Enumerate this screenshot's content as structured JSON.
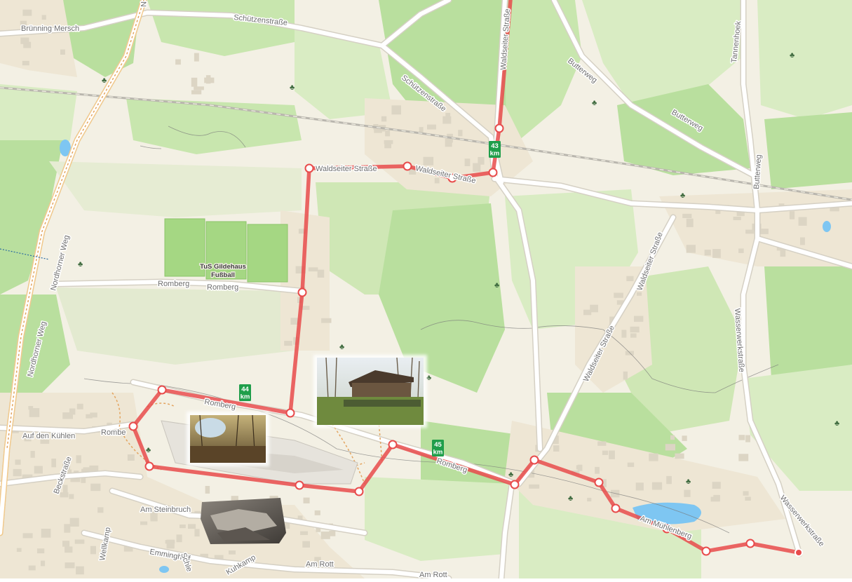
{
  "map": {
    "colors": {
      "land": "#f3f0e4",
      "field": "#d9ecc3",
      "forest": "#b9df9e",
      "forest_dark": "#a8d78a",
      "settlement": "#eee6d4",
      "building": "#dcd5c4",
      "road": "#ffffff",
      "road_casing": "#d5d0c4",
      "rail": "#b9b6ae",
      "water": "#7ec6f2",
      "sports": "#a5d783",
      "route": "#e84b4b",
      "route_node": "#ffffff",
      "km_marker": "#1f9e4a",
      "path": "#e3a45f",
      "contour": "#777777"
    },
    "street_labels": {
      "bruenning": "Brünning Mersch",
      "schuetzen_top": "Schützenstraße",
      "schuetzen_diag": "Schützenstraße",
      "waldseiter_north": "Waldseiter Straße",
      "butterweg_1": "Butterweg",
      "butterweg_2": "Butterweg",
      "butterweg_3": "Butterweg",
      "tannenhoek": "Tannenhoek",
      "waldseiter_route_1": "Waldseiter Straße",
      "waldseiter_route_2": "Waldseiter Straße",
      "nordhorner": "Nordhorner Weg",
      "nordhorner_2": "Nordhorner Weg",
      "romberg_1": "Romberg",
      "romberg_2": "Romberg",
      "romberg_3": "Romberg",
      "romberg_4": "Romberg",
      "romberg_5": "Rombe",
      "waldseiter_diag": "Waldseiter Straße",
      "waldseiter_right": "Waldseiter Straße",
      "wasserwerk_1": "Wasserwerkstraße",
      "wasserwerk_2": "Wasserwerkstraße",
      "auf_den_kuehlen": "Auf den Kühlen",
      "beckstrasse": "Beckstraße",
      "am_steinbruch": "Am Steinbruch",
      "wellkamp": "Wellkamp",
      "emminghoff": "Emminghoff",
      "schle": "Schle",
      "kuhkamp": "Kuhkamp",
      "am_rott_1": "Am Rott",
      "am_rott_2": "Am Rott",
      "am_muehlenberg": "Am Mühlenberg",
      "top_n": "N"
    },
    "poi": {
      "tus_line1": "TuS Gildehaus",
      "tus_line2": "Fußball"
    },
    "km_markers": [
      {
        "value": "43",
        "unit": "km"
      },
      {
        "value": "44",
        "unit": "km"
      },
      {
        "value": "45",
        "unit": "km"
      }
    ],
    "photos": [
      {
        "subject": "wooden-shelter-hut-photo"
      },
      {
        "subject": "forest-hollow-photo"
      },
      {
        "subject": "quarry-rocks-photo"
      }
    ]
  }
}
